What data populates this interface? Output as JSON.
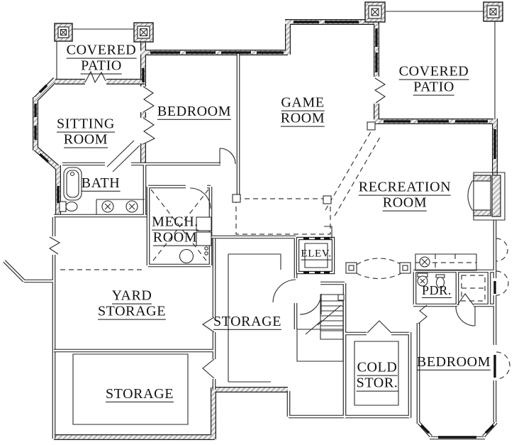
{
  "colors": {
    "background": "#ffffff",
    "lines": "#1a1a1a",
    "wall_hatch": "#8c8c8c"
  },
  "rooms": {
    "covered_patio_nw": {
      "line1": "COVERED",
      "line2": "PATIO"
    },
    "covered_patio_ne": {
      "line1": "COVERED",
      "line2": "PATIO"
    },
    "sitting_room": {
      "line1": "SITTING",
      "line2": "ROOM"
    },
    "bedroom_n": {
      "line1": "BEDROOM"
    },
    "game_room": {
      "line1": "GAME",
      "line2": "ROOM"
    },
    "recreation_room": {
      "line1": "RECREATION",
      "line2": "ROOM"
    },
    "bath": {
      "line1": "BATH"
    },
    "mech_room": {
      "line1": "MECH.",
      "line2": "ROOM"
    },
    "elev": {
      "line1": "ELEV."
    },
    "yard_storage": {
      "line1": "YARD",
      "line2": "STORAGE"
    },
    "pdr": {
      "line1": "PDR."
    },
    "storage_mid": {
      "line1": "STORAGE"
    },
    "cold_stor": {
      "line1": "COLD",
      "line2": "STOR."
    },
    "bedroom_se": {
      "line1": "BEDROOM"
    },
    "storage_sw": {
      "line1": "STORAGE"
    }
  },
  "icons": [
    "pillar-icon",
    "bathtub-icon",
    "toilet-icon",
    "sink-icon",
    "water-heater-icon",
    "furnace-icon",
    "fireplace-icon",
    "staircase-icon",
    "elevator-shaft-icon",
    "bar-sink-icon",
    "door-swing-arc",
    "window-well-arc",
    "wall-break-symbol"
  ]
}
